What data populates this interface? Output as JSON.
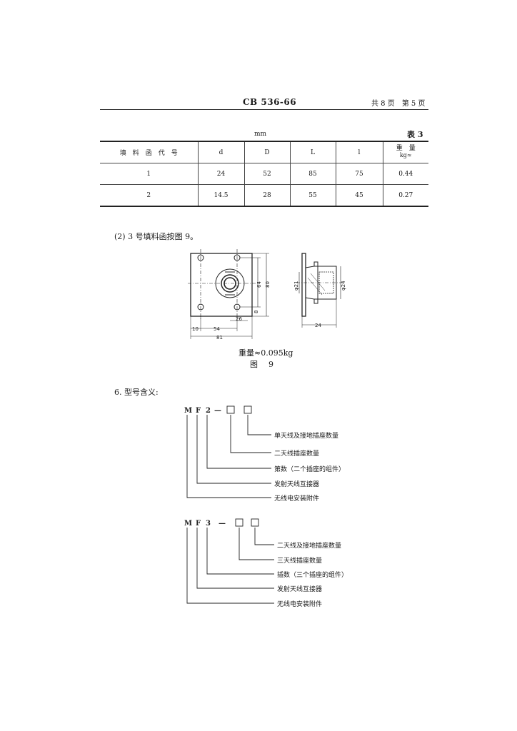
{
  "header": {
    "standard": "CB 536-66",
    "page": "共 8 页　第 5 页"
  },
  "table3": {
    "unit": "mm",
    "label": "表 3",
    "columns": [
      "填　料　函　代　号",
      "d",
      "D",
      "L",
      "l"
    ],
    "weight_header": "重　量",
    "weight_unit": "kg≈",
    "rows": [
      [
        "1",
        "24",
        "52",
        "85",
        "75",
        "0.44"
      ],
      [
        "2",
        "14.5",
        "28",
        "55",
        "45",
        "0.27"
      ]
    ]
  },
  "note": "(2)  3 号填料函按图 9。",
  "figure9": {
    "dims": {
      "d64": "64",
      "d80": "80",
      "d8": "8",
      "d26": "26",
      "d10": "10",
      "d54": "54",
      "d81": "81",
      "d24": "24",
      "phi21": "φ21",
      "phi24": "φ24"
    },
    "weight": "重量≈0.095kg",
    "caption": "图　9"
  },
  "section6": {
    "title": "6.   型号含义:",
    "model1": {
      "code": [
        "M",
        "F",
        "2",
        "—"
      ],
      "desc": [
        "单天线及接地插座数量",
        "二天线插座数量",
        "第数（二个插座的组件）",
        "发射天线互接器",
        "无线电安装附件"
      ]
    },
    "model2": {
      "code": [
        "M",
        "F",
        "3",
        "—"
      ],
      "desc": [
        "二天线及接地插座数量",
        "三天线插座数量",
        "插数（三个插座的组件）",
        "发射天线互接器",
        "无线电安装附件"
      ]
    }
  }
}
